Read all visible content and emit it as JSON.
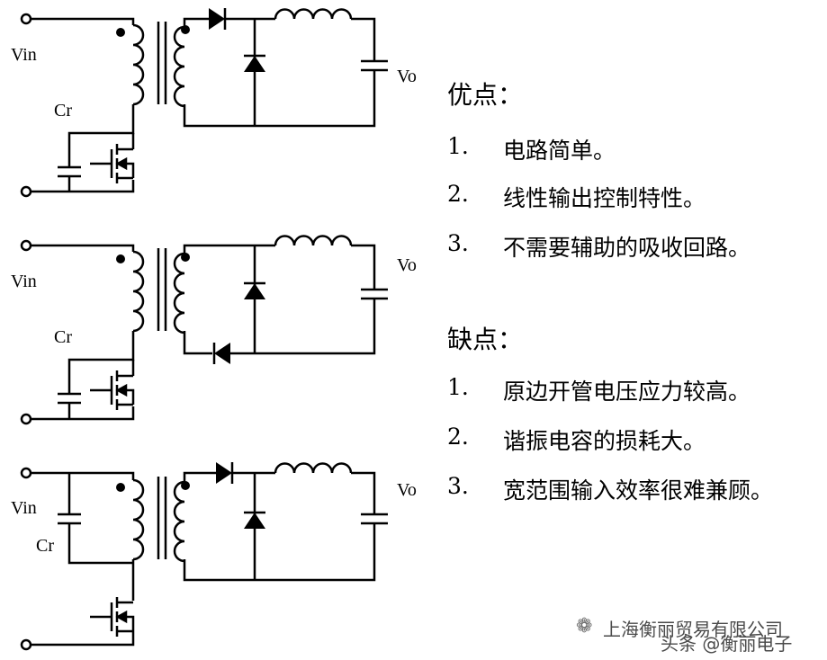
{
  "circuits": [
    {
      "id": "c1",
      "vin": "Vin",
      "cr": "Cr",
      "vo": "Vo"
    },
    {
      "id": "c2",
      "vin": "Vin",
      "cr": "Cr",
      "vo": "Vo"
    },
    {
      "id": "c3",
      "vin": "Vin",
      "cr": "Cr",
      "vo": "Vo"
    }
  ],
  "advantages": {
    "title": "优点：",
    "items": [
      {
        "num": "1.",
        "text": "电路简单。"
      },
      {
        "num": "2.",
        "text": "线性输出控制特性。"
      },
      {
        "num": "3.",
        "text": "不需要辅助的吸收回路。"
      }
    ]
  },
  "disadvantages": {
    "title": "缺点：",
    "items": [
      {
        "num": "1.",
        "text": "原边开管电压应力较高。"
      },
      {
        "num": "2.",
        "text": "谐振电容的损耗大。"
      },
      {
        "num": "3.",
        "text": "宽范围输入效率很难兼顾。"
      }
    ]
  },
  "watermark": {
    "company": "上海衡丽贸易有限公司",
    "source": "头条 @衡丽电子"
  }
}
